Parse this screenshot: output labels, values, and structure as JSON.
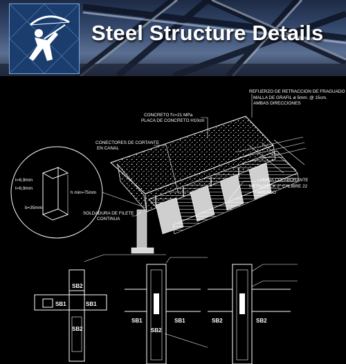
{
  "banner": {
    "title": "Steel Structure Details",
    "logo_icon": "archer-logo-icon",
    "colors": {
      "background": "#000000",
      "banner": "#34486c",
      "logo": "#1a3d6e",
      "line": "#ffffff"
    }
  },
  "detail": {
    "labels": {
      "refuerzo_1": "REFUERZO DE RETRACCION DE FRAGUADO",
      "refuerzo_2": "MALLA DE GRAFIL ø 5mm. @ 15cm.",
      "refuerzo_3": "AMBAS DIRECCIONES",
      "concreto_1": "CONCRETO f'c=21 MPa",
      "concreto_2": "PLACA DE CONCRETO H10cm",
      "conectores_1": "CONECTORES DE CORTANTE",
      "conectores_2": "EN CANAL",
      "lamina_1": "LAMINA COLABORANTE",
      "lamina_2": "METALDECK 2\" CALIBRE 22",
      "lamina_3": "ACESCO",
      "soldadura_1": "SOLDADURA DE FILETE",
      "soldadura_2": "CONTINUA"
    },
    "inset": {
      "t1": "t=6,9mm",
      "t2": "t=6,9mm",
      "h": "h min=75mm",
      "b": "b=35mm"
    }
  },
  "connections": {
    "sb1": "SB1",
    "sb2": "SB2"
  }
}
